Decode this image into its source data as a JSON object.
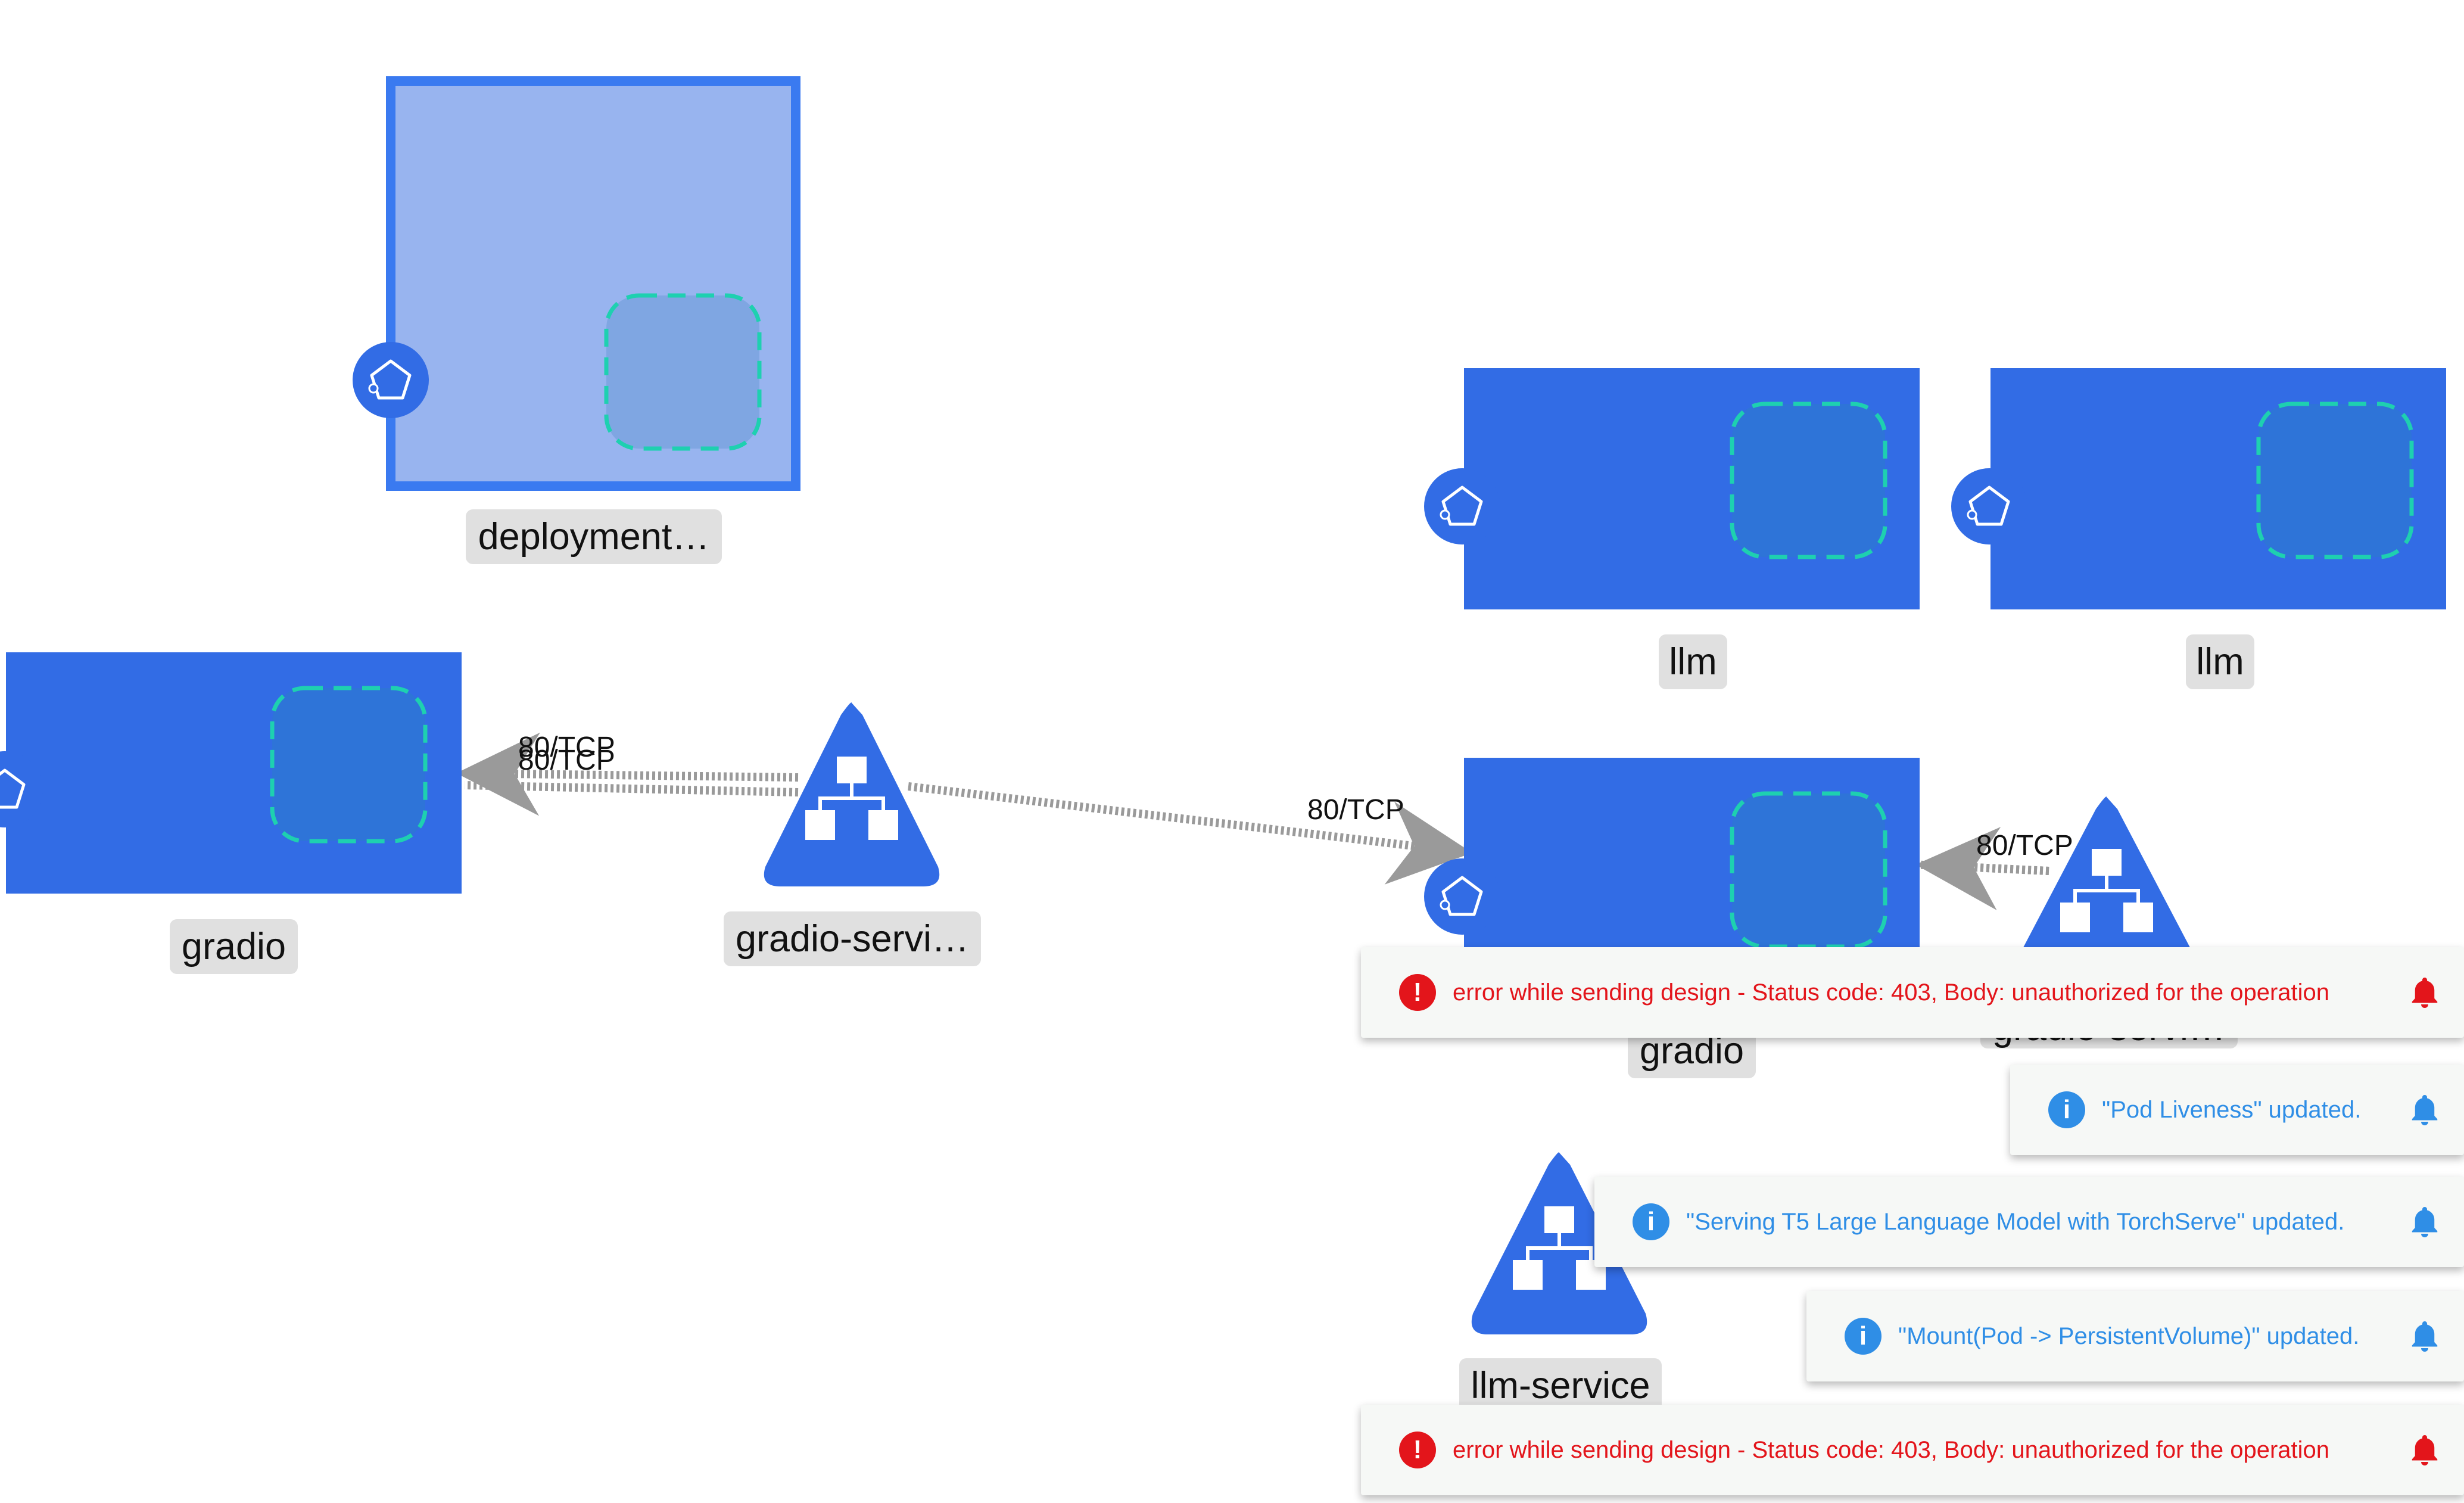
{
  "canvas": {
    "nodes": [
      {
        "id": "deployment",
        "label": "deployment…",
        "kind": "deployment",
        "selected": true
      },
      {
        "id": "llm-1",
        "label": "llm",
        "kind": "deployment"
      },
      {
        "id": "llm-2",
        "label": "llm",
        "kind": "deployment"
      },
      {
        "id": "gradio-left",
        "label": "gradio",
        "kind": "deployment"
      },
      {
        "id": "gradio-right",
        "label": "gradio",
        "kind": "deployment"
      },
      {
        "id": "gradio-service-left",
        "label": "gradio-servi…",
        "kind": "service"
      },
      {
        "id": "gradio-service-right",
        "label": "gradio-servi…",
        "kind": "service"
      },
      {
        "id": "llm-service",
        "label": "llm-service",
        "kind": "service"
      }
    ],
    "edges": [
      {
        "from": "gradio-service-left",
        "to": "gradio-left",
        "label": "80/TCP"
      },
      {
        "from": "gradio-service-left",
        "to": "gradio-left",
        "label": "80/TCP"
      },
      {
        "from": "gradio-service-left",
        "to": "gradio-right",
        "label": "80/TCP"
      },
      {
        "from": "gradio-service-right",
        "to": "gradio-right",
        "label": "80/TCP"
      }
    ]
  },
  "notifications": [
    {
      "type": "error",
      "message": "error while sending design - Status code: 403, Body: unauthorized for the operation",
      "icon": "error-icon"
    },
    {
      "type": "info",
      "message": "\"Pod Liveness\" updated.",
      "icon": "info-icon"
    },
    {
      "type": "info",
      "message": "\"Serving T5 Large Language Model with TorchServe\" updated.",
      "icon": "info-icon"
    },
    {
      "type": "info",
      "message": "\"Mount(Pod -> PersistentVolume)\" updated.",
      "icon": "info-icon"
    },
    {
      "type": "error",
      "message": "error while sending design - Status code: 403, Body: unauthorized for the operation",
      "icon": "error-icon"
    }
  ],
  "colors": {
    "node_blue": "#326ce5",
    "selected_fill": "#98b4ef",
    "container_teal": "#1ed0b0",
    "edge_gray": "#9a9a9a",
    "label_bg": "#e0e0e0",
    "error_red": "#e3151b",
    "info_blue": "#2f8ee6"
  }
}
